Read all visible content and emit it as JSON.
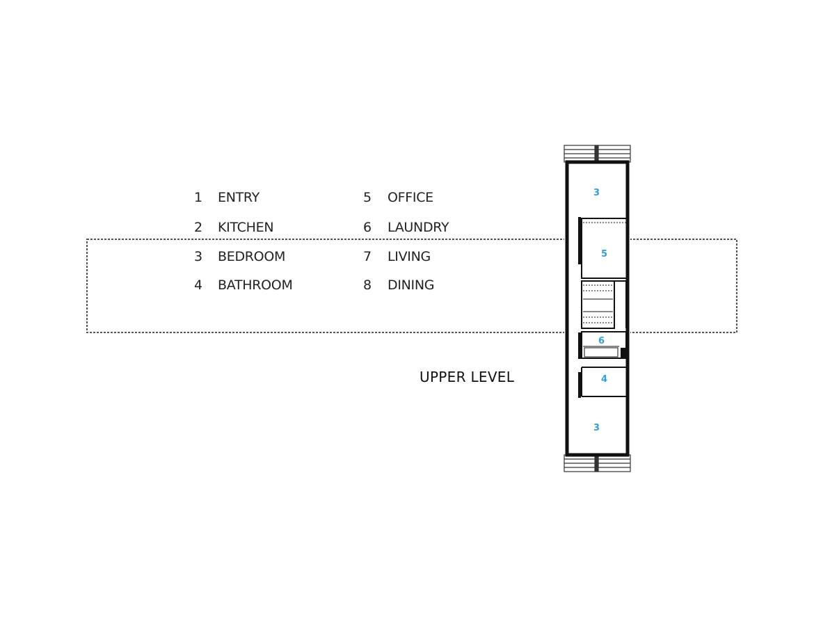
{
  "legend": {
    "items": [
      {
        "num": "1",
        "label": "ENTRY"
      },
      {
        "num": "2",
        "label": "KITCHEN"
      },
      {
        "num": "3",
        "label": "BEDROOM"
      },
      {
        "num": "4",
        "label": "BATHROOM"
      },
      {
        "num": "5",
        "label": "OFFICE"
      },
      {
        "num": "6",
        "label": "LAUNDRY"
      },
      {
        "num": "7",
        "label": "LIVING"
      },
      {
        "num": "8",
        "label": "DINING"
      }
    ]
  },
  "plan": {
    "title": "UPPER LEVEL",
    "room_labels": {
      "top": "3",
      "office": "5",
      "laundry": "6",
      "bathroom": "4",
      "bottom": "3"
    },
    "colors": {
      "line": "#1a1a1a",
      "dashed_line": "#555555",
      "room_number": "#29a3e0"
    }
  }
}
